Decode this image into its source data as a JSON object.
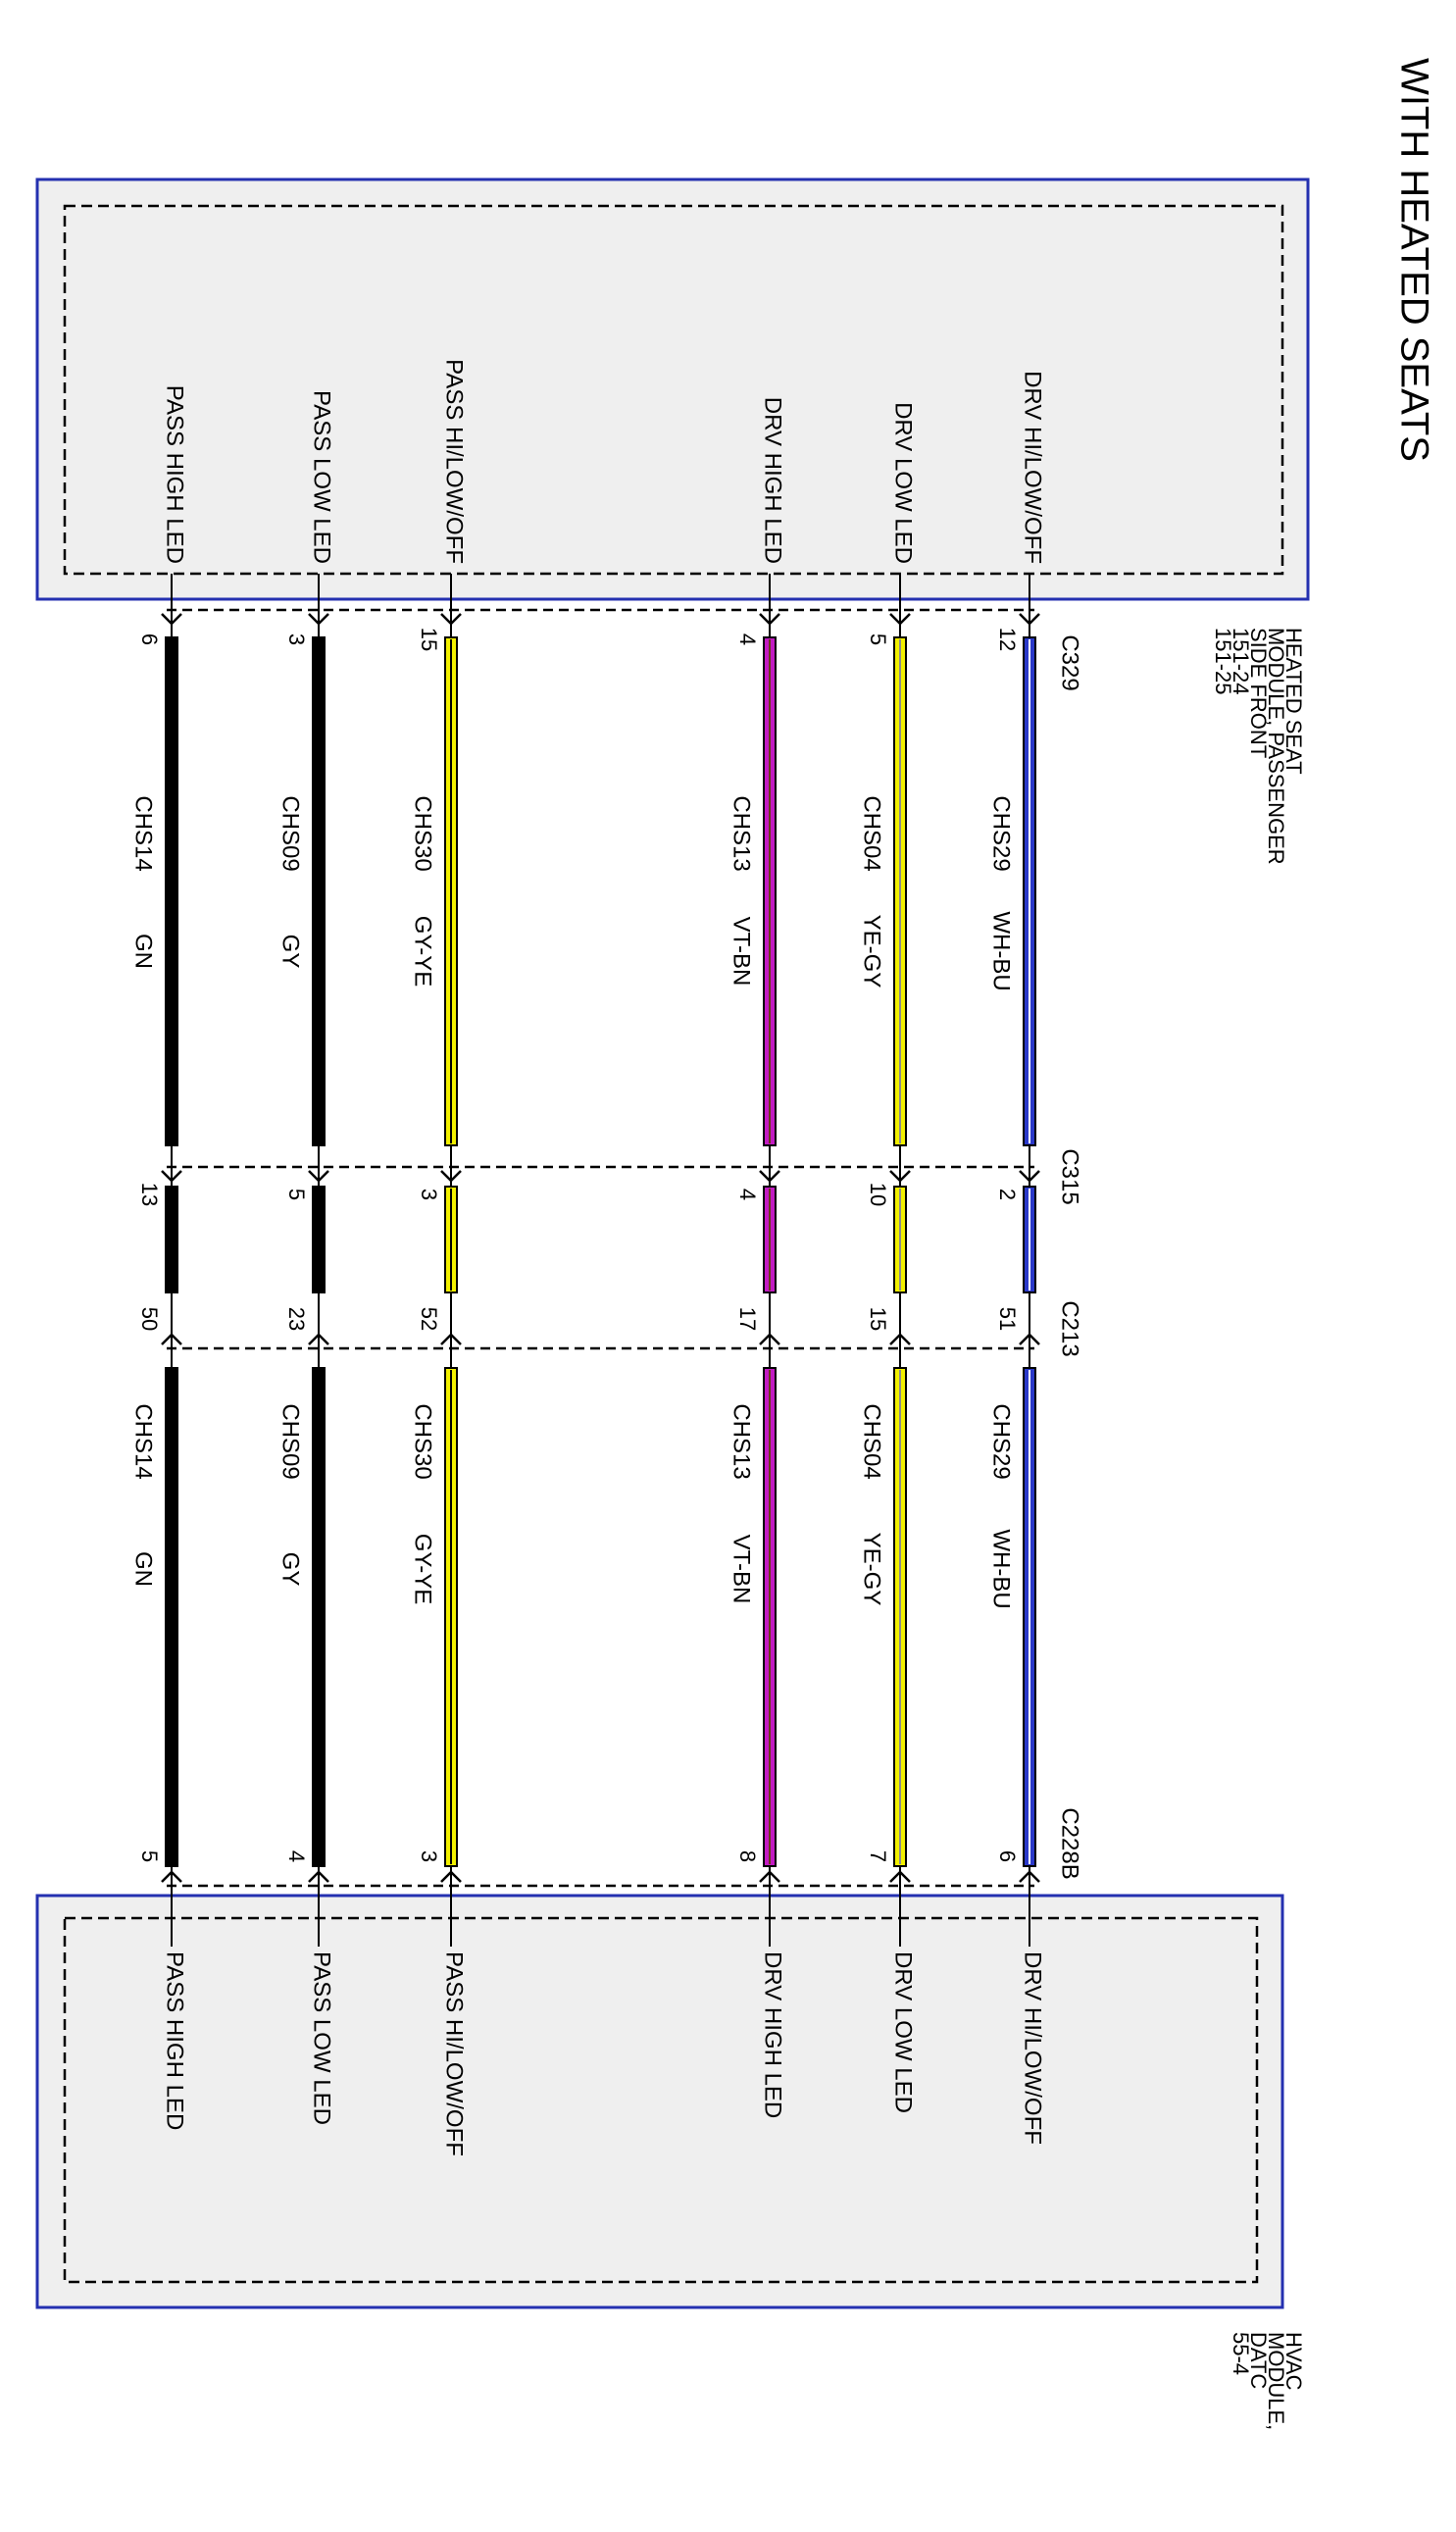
{
  "title": "WITH HEATED SEATS",
  "modules": {
    "top": {
      "name_lines": [
        "HEATED SEAT",
        "MODULE, PASSENGER",
        "SIDE FRONT",
        "151-24",
        "151-25"
      ]
    },
    "bottom": {
      "name_lines": [
        "HVAC",
        "MODULE,",
        "DATC",
        "55-4"
      ]
    }
  },
  "connectors": {
    "top": "C329",
    "mid1": "C315",
    "mid2": "C213",
    "bottom": "C228B"
  },
  "circuits": [
    {
      "key": "drv_hilowoff",
      "top_label": "DRV HI/LOW/OFF",
      "bottom_label": "DRV HI/LOW/OFF",
      "circuit": "CHS29",
      "color_code": "WH-BU",
      "wire_color": "#2b39c9",
      "stripe_color": "#ffffff",
      "pins": {
        "c329": "12",
        "c315": "2",
        "c213": "51",
        "c228b": "6"
      }
    },
    {
      "key": "drv_low",
      "top_label": "DRV LOW LED",
      "bottom_label": "DRV LOW LED",
      "circuit": "CHS04",
      "color_code": "YE-GY",
      "wire_color": "#f2f000",
      "stripe_color": "#8a8a8a",
      "pins": {
        "c329": "5",
        "c315": "10",
        "c213": "15",
        "c228b": "7"
      }
    },
    {
      "key": "drv_high",
      "top_label": "DRV HIGH LED",
      "bottom_label": "DRV HIGH LED",
      "circuit": "CHS13",
      "color_code": "VT-BN",
      "wire_color": "#c21bc2",
      "stripe_color": "#6b3a1b",
      "pins": {
        "c329": "4",
        "c315": "4",
        "c213": "17",
        "c228b": "8"
      }
    },
    {
      "key": "pass_hilowoff",
      "top_label": "PASS HI/LOW/OFF",
      "bottom_label": "PASS HI/LOW/OFF",
      "circuit": "CHS30",
      "color_code": "GY-YE",
      "wire_color": "#f2f000",
      "stripe_color": "#000000",
      "pins": {
        "c329": "15",
        "c315": "3",
        "c213": "52",
        "c228b": "3"
      }
    },
    {
      "key": "pass_low",
      "top_label": "PASS LOW LED",
      "bottom_label": "PASS LOW LED",
      "circuit": "CHS09",
      "color_code": "GY",
      "wire_color": "#000000",
      "stripe_color": "#000000",
      "pins": {
        "c329": "3",
        "c315": "5",
        "c213": "23",
        "c228b": "4"
      }
    },
    {
      "key": "pass_high",
      "top_label": "PASS HIGH LED",
      "bottom_label": "PASS HIGH LED",
      "circuit": "CHS14",
      "color_code": "GN",
      "wire_color": "#000000",
      "stripe_color": "#000000",
      "pins": {
        "c329": "6",
        "c315": "13",
        "c213": "50",
        "c228b": "5"
      }
    }
  ],
  "colors": {
    "module_border": "#2430b0",
    "module_fill": "#efefef",
    "dashed": "#000000"
  }
}
